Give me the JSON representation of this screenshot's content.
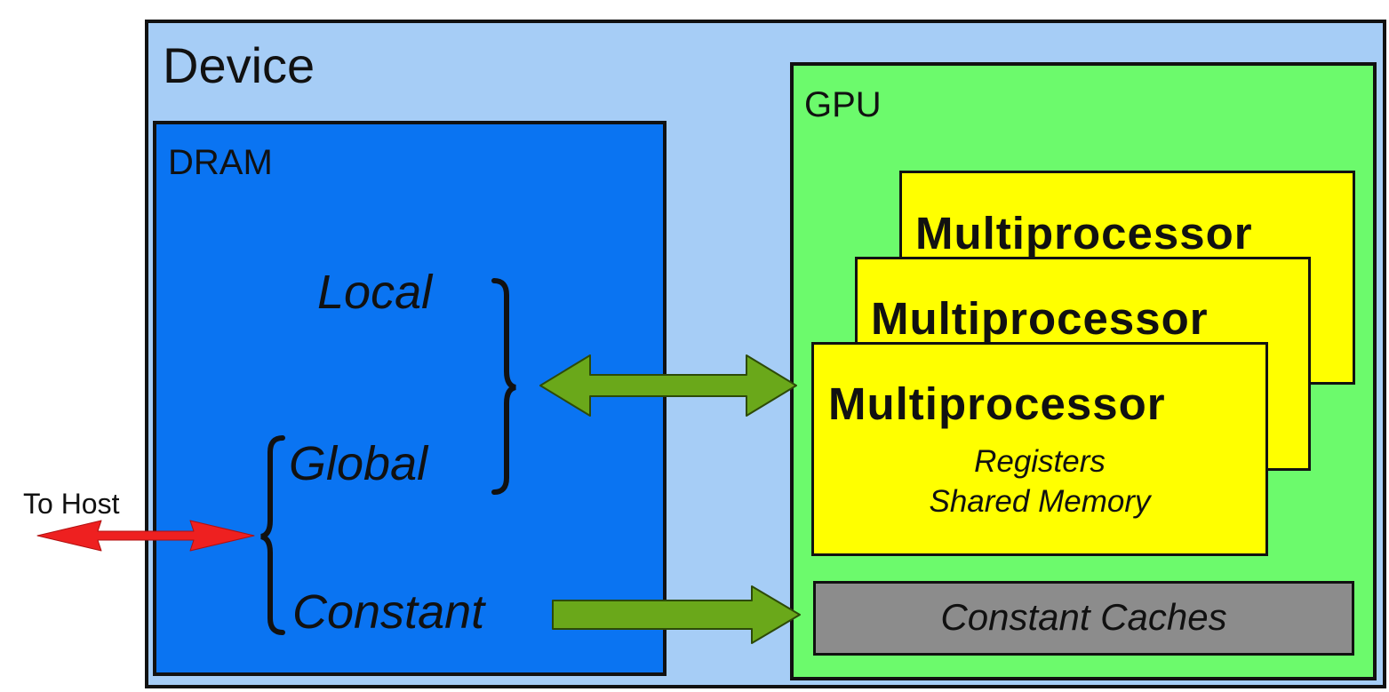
{
  "device": {
    "title": "Device"
  },
  "dram": {
    "title": "DRAM",
    "memory_types": {
      "local": "Local",
      "global": "Global",
      "constant": "Constant"
    }
  },
  "gpu": {
    "title": "GPU",
    "multiprocessors": [
      {
        "label": "Multiprocessor"
      },
      {
        "label": "Multiprocessor"
      },
      {
        "label": "Multiprocessor"
      }
    ],
    "multiprocessor_contents": {
      "registers": "Registers",
      "shared_memory": "Shared Memory"
    },
    "constant_caches": "Constant Caches"
  },
  "host_link": {
    "label": "To Host"
  },
  "colors": {
    "device_fill": "#a6cdf6",
    "dram_fill": "#0a74f2",
    "gpu_fill": "#6cfa6c",
    "multiprocessor_fill": "#ffff00",
    "cache_fill": "#8c8c8c",
    "arrow_green": "#6aa81a",
    "arrow_red": "#ee2020"
  }
}
